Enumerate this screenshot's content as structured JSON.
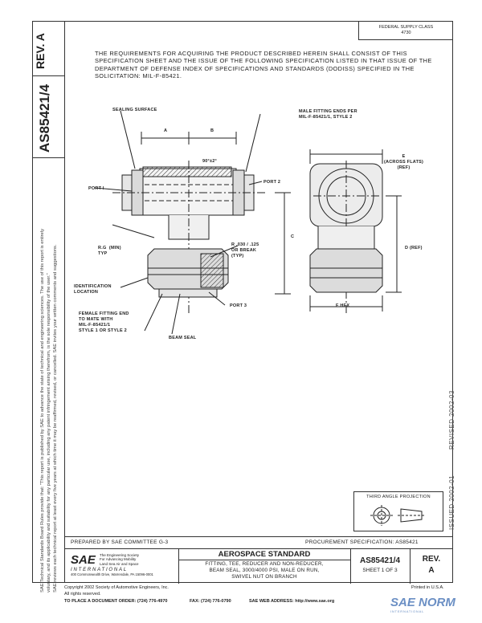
{
  "header": {
    "rev_label": "REV. A",
    "doc_code": "AS85421/4",
    "federal_supply_class": "FEDERAL SUPPLY CLASS",
    "fsc_number": "4730"
  },
  "side_disclaimer": {
    "line1": "SAE Technical Standards Board Rules provide that: \"This report is published by SAE to advance the state of technical and engineering sciences. The use of this report is entirely",
    "line2": "voluntary, and its applicability and suitability for any particular use, including any patent infringement arising therefrom, is the sole responsibility of the user.\"",
    "line3": "SAE reviews each technical report at least every five years at which time it may be reaffirmed, revised, or cancelled. SAE invites your written comments and suggestions."
  },
  "requirements_text": "THE REQUIREMENTS FOR ACQUIRING THE PRODUCT DESCRIBED HEREIN SHALL CONSIST OF THIS SPECIFICATION SHEET AND THE ISSUE OF THE FOLLOWING SPECIFICATION LISTED IN THAT ISSUE OF THE DEPARTMENT OF DEFENSE INDEX OF SPECIFICATIONS AND STANDARDS (DODISS) SPECIFIED IN THE SOLICITATION: MIL-F-85421.",
  "drawing_labels": {
    "sealing_surface": "SEALING SURFACE",
    "male_fitting": "MALE FITTING ENDS PER\nMIL-F-85421/1, STYLE 2",
    "dim_a": "A",
    "dim_b": "B",
    "angle": "90°±2°",
    "port1": "PORT I",
    "port2": "PORT 2",
    "port3": "PORT 3",
    "dim_e": "E\n(ACROSS FLATS)\n(REF)",
    "dim_c": "C",
    "dim_d": "D (REF)",
    "rg": "R.G  (MIN)\nTYP",
    "radius": "R .030 / .125\nOR BREAK\n(TYP)",
    "identification": "IDENTIFICATION\nLOCATION",
    "female_fitting": "FEMALE FITTING END\nTO MATE WITH\nMIL-F-85421/1\nSTYLE 1 OR STYLE 2",
    "beam_seal": "BEAM SEAL",
    "f_hex": "F HEX"
  },
  "side_dates": {
    "issued": "ISSUED   2002-01",
    "revised": "REVISED   2002-03"
  },
  "projection": {
    "title": "THIRD ANGLE PROJECTION"
  },
  "title_block": {
    "prepared_by": "PREPARED BY SAE COMMITTEE G-3",
    "procurement_spec": "PROCUREMENT SPECIFICATION: AS85421",
    "aerospace_standard": "AEROSPACE STANDARD",
    "title_line1": "FITTING, TEE, REDUCER AND NON-REDUCER,",
    "title_line2": "BEAM SEAL, 3000/4000 PSI, MALE ON RUN,",
    "title_line3": "SWIVEL NUT ON BRANCH",
    "doc_code": "AS85421/4",
    "sheet": "SHEET 1 OF 3",
    "rev_label": "REV.",
    "rev_value": "A",
    "sae_logo_text": "SAE",
    "sae_tag1": "The Engineering Society",
    "sae_tag2": "For Advancing Mobility",
    "sae_tag3": "Land Sea Air and Space",
    "sae_international": "INTERNATIONAL",
    "sae_address": "400 Commonwealth Drive, Warrendale, PA 15096-0001"
  },
  "footer": {
    "copyright": "Copyright 2002 Society of Automotive Engineers, Inc.",
    "rights": "All rights reserved.",
    "printed": "Printed in U.S.A.",
    "order": "TO PLACE A DOCUMENT ORDER:   (724) 776-4970",
    "fax": "FAX:  (724) 776-0790",
    "web": "SAE WEB ADDRESS:  http://www.sae.org"
  },
  "watermark": {
    "text": "SAE NORM",
    "sub": "INTERNATIONAL"
  }
}
